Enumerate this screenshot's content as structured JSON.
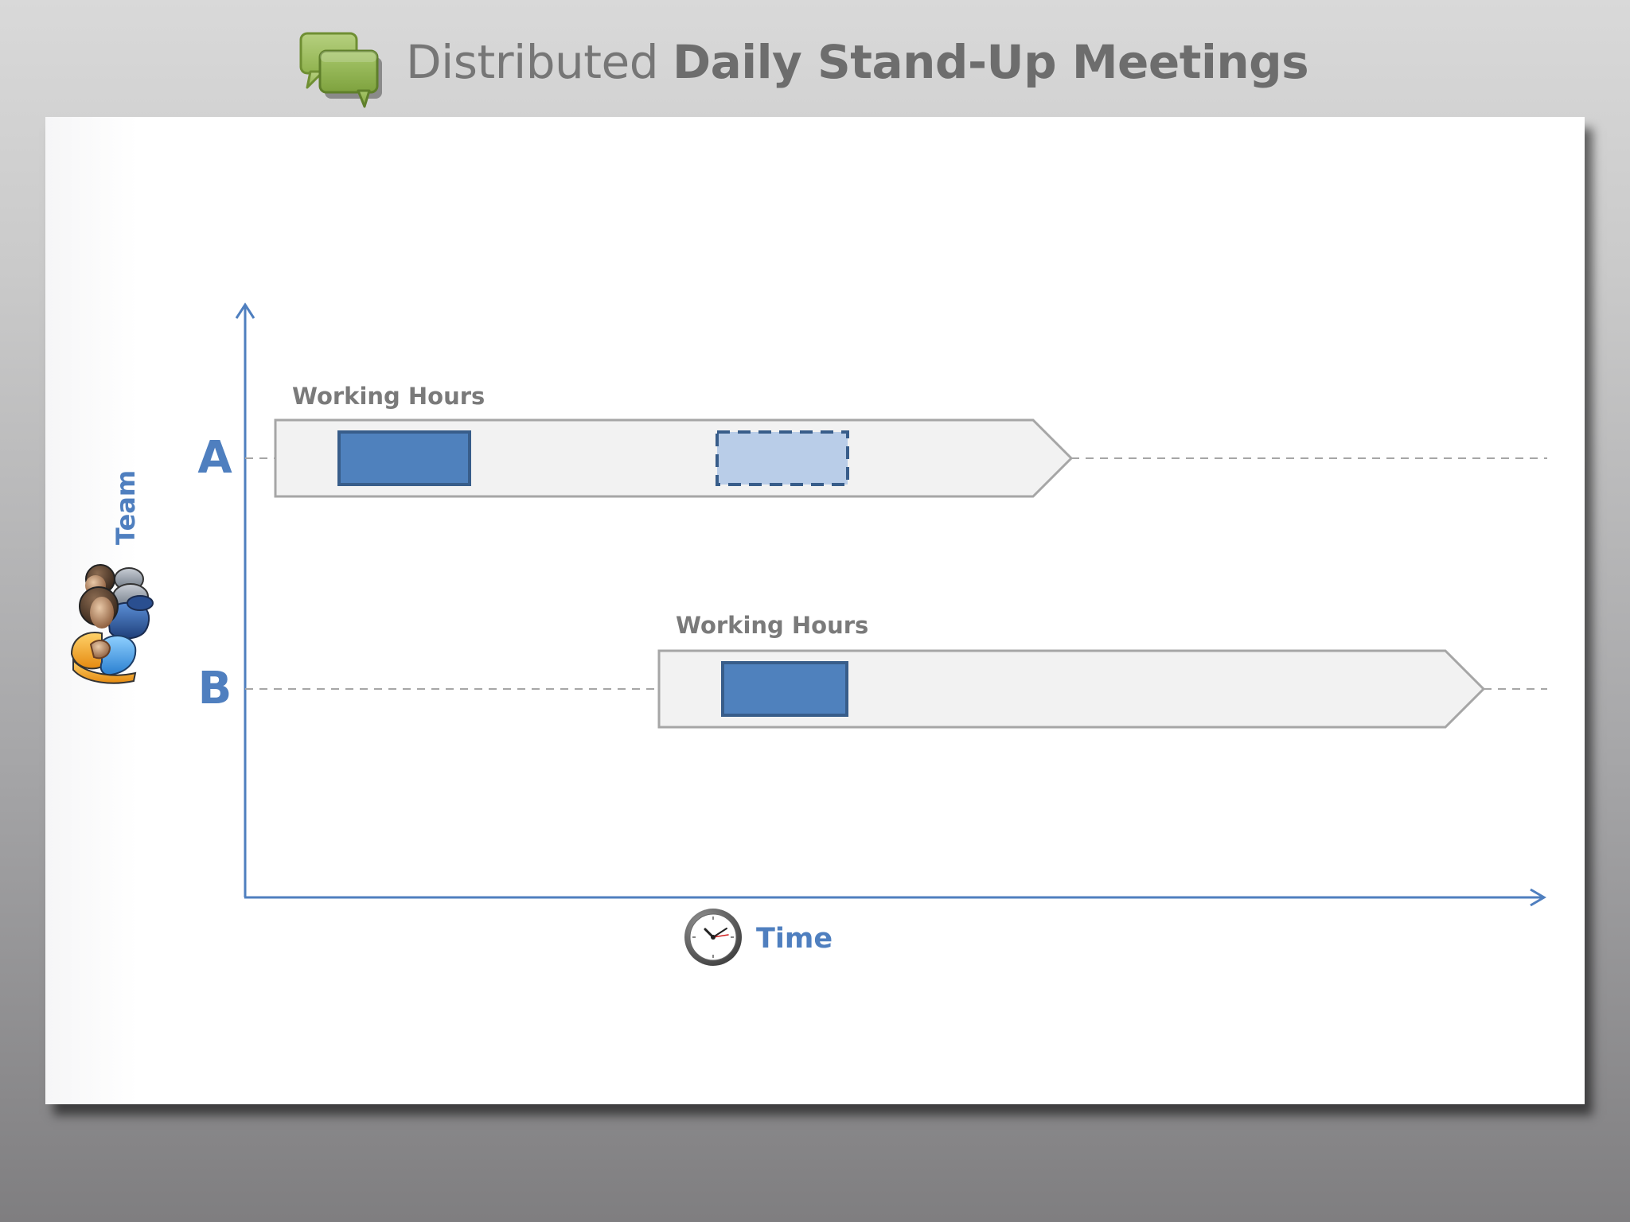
{
  "header": {
    "title_light": "Distributed",
    "title_bold": "Daily Stand-Up Meetings",
    "icon": "chat-bubbles-icon"
  },
  "diagram": {
    "y_axis_label": "Team",
    "x_axis_label": "Time",
    "y_axis_icon": "team-people-icon",
    "x_axis_icon": "clock-icon",
    "teams": [
      {
        "label": "A",
        "working_hours_label": "Working Hours"
      },
      {
        "label": "B",
        "working_hours_label": "Working Hours"
      }
    ],
    "colors": {
      "axis": "#4f7fbf",
      "meeting_fill": "#4f81bd",
      "meeting_border": "#385d8a",
      "tentative_fill": "#b9cde8",
      "band_fill": "#f2f2f2",
      "band_border": "#a6a6a6",
      "dashed_line": "#a6a6a6"
    }
  }
}
